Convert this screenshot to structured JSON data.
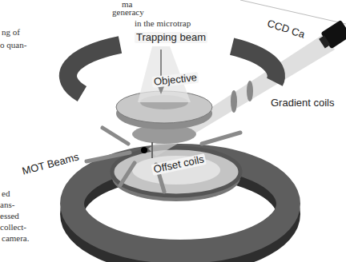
{
  "diagram": {
    "labels": [
      "ma",
      "generacy",
      "in the microtrap",
      "ng of",
      "o quan-",
      "ed",
      "ans-",
      "essed",
      "collect-",
      "camera.",
      "Trapping beam",
      "Objective",
      "CCD Ca",
      "Gradient coils",
      "MOT Beams",
      "Offset coils"
    ]
  }
}
